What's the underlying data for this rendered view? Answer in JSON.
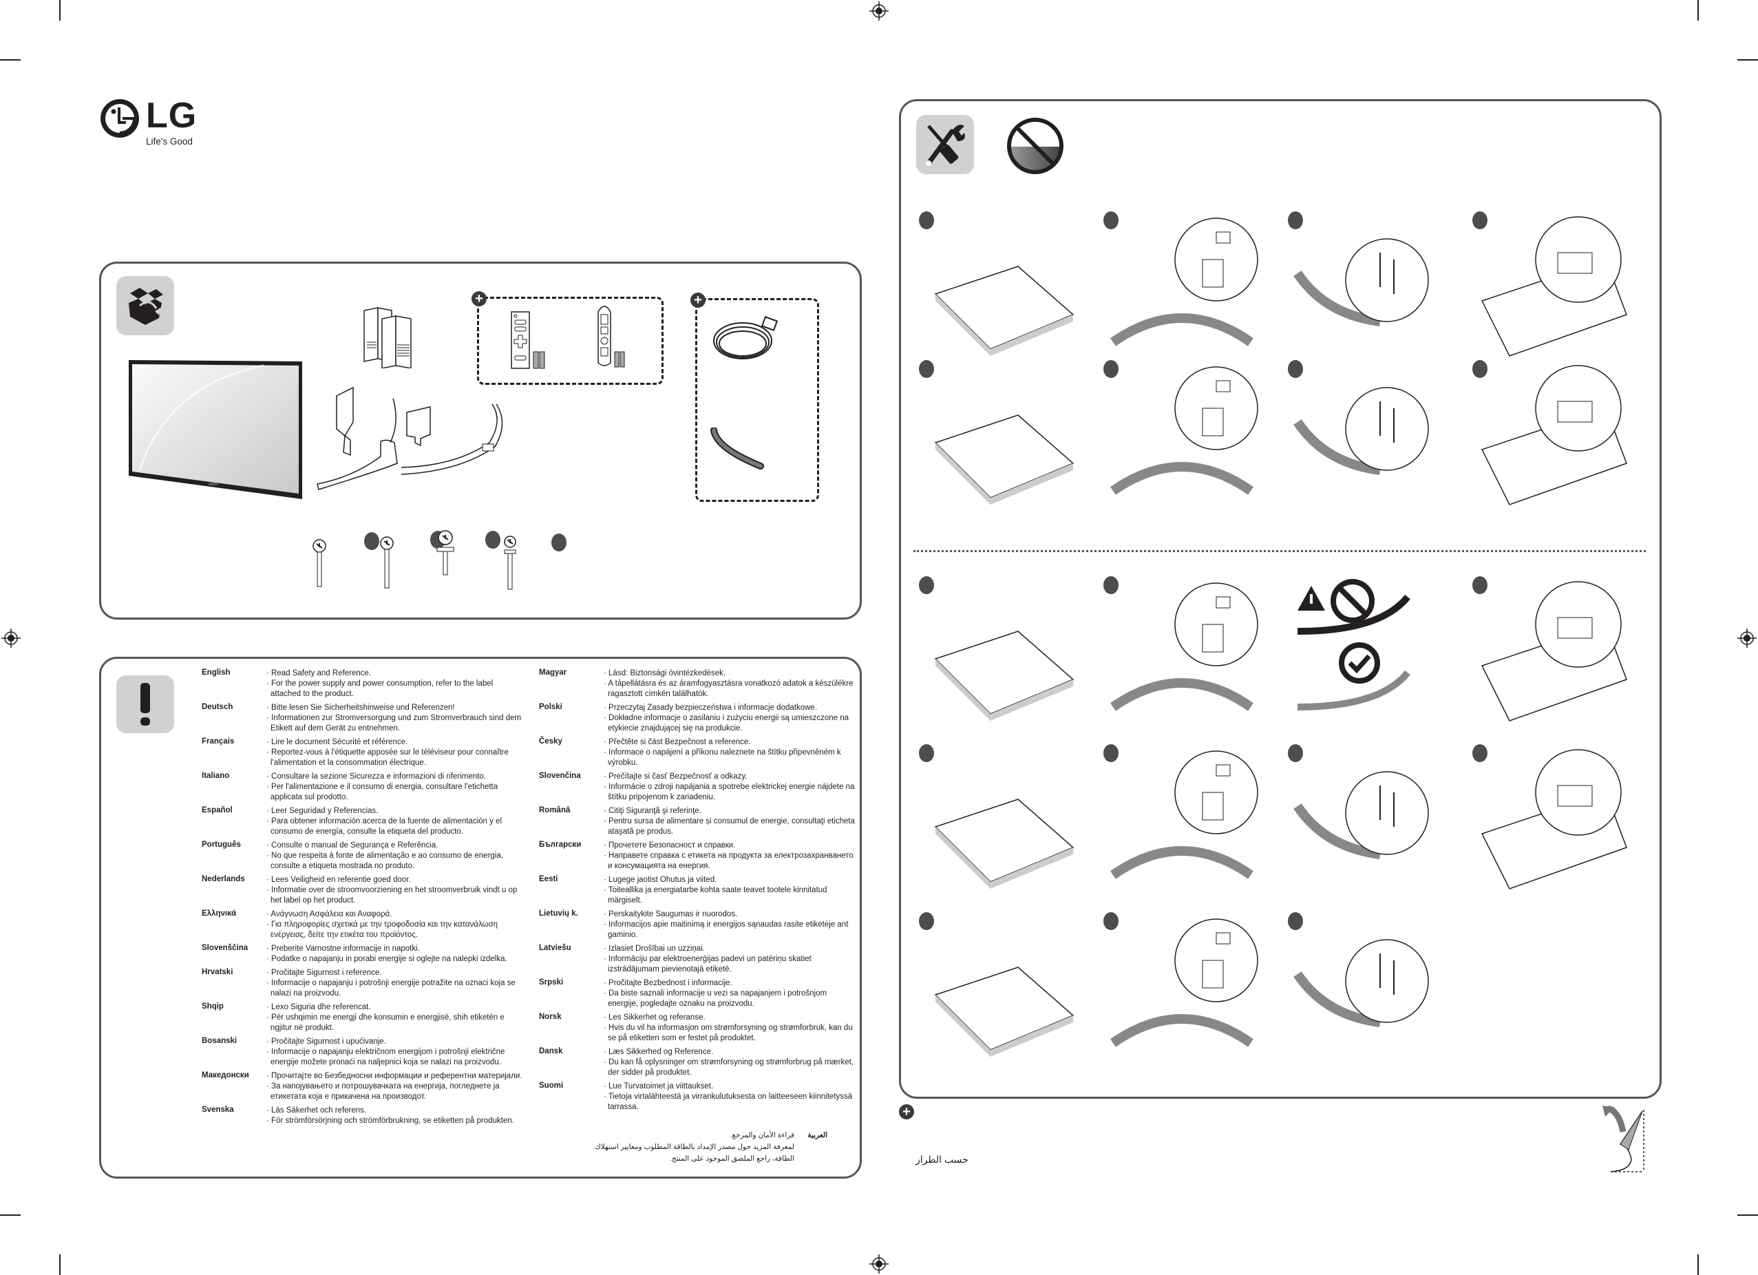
{
  "brand": {
    "logo_text": "LG",
    "tagline": "Life's Good"
  },
  "colors": {
    "ink": "#231f20",
    "badge": "#4d4d4d",
    "tile": "#d1d1d1",
    "frame": "#555555"
  },
  "box_contents_panel": {
    "icon": "open-box-icon",
    "items": [
      {
        "name": "tv-set",
        "icon": "tv-icon"
      },
      {
        "name": "manuals",
        "icon": "manual-booklets-icon"
      },
      {
        "name": "stand-parts-a",
        "icon": "stand-parts-icon"
      },
      {
        "name": "stand-parts-b",
        "icon": "stand-parts-icon"
      }
    ],
    "optional_group_1": {
      "marker": "+",
      "items": [
        "remote-control-with-batteries",
        "magic-remote-with-batteries"
      ]
    },
    "optional_group_2": {
      "marker": "+",
      "items": [
        "power-cord",
        "cable-holder"
      ]
    },
    "screws": [
      "screw-a",
      "screw-b",
      "screw-c",
      "screw-d"
    ]
  },
  "safety_panel": {
    "icon": "exclamation-icon",
    "languages_left": [
      {
        "name": "English",
        "lines": [
          "Read Safety and Reference.",
          "For the power supply and power consumption, refer to the label attached to the product."
        ]
      },
      {
        "name": "Deutsch",
        "lines": [
          "Bitte lesen Sie Sicherheitshinweise und Referenzen!",
          "Informationen zur Stromversorgung und zum Stromverbrauch sind dem Etikett auf dem Gerät zu entnehmen."
        ]
      },
      {
        "name": "Français",
        "lines": [
          "Lire le document Sécurité et référence.",
          "Reportez-vous à l'étiquette apposée sur le téléviseur pour connaître l'alimentation et la consommation électrique."
        ]
      },
      {
        "name": "Italiano",
        "lines": [
          "Consultare la sezione Sicurezza e informazioni di riferimento.",
          "Per l'alimentazione e il consumo di energia, consultare l'etichetta applicata sul prodotto."
        ]
      },
      {
        "name": "Español",
        "lines": [
          "Leer Seguridad y Referencias.",
          "Para obtener información acerca de la fuente de alimentación y el consumo de energía, consulte la etiqueta del producto."
        ]
      },
      {
        "name": "Português",
        "lines": [
          "Consulte o manual de Segurança e Referência.",
          "No que respeita à fonte de alimentação e ao consumo de energia, consulte a etiqueta mostrada no produto."
        ]
      },
      {
        "name": "Nederlands",
        "lines": [
          "Lees Veiligheid en referentie goed door.",
          "Informatie over de stroomvoorziening en het stroomverbruik vindt u op het label op het product."
        ]
      },
      {
        "name": "Ελληνικά",
        "lines": [
          "Ανάγνωση Ασφάλεια και Αναφορά.",
          "Για πληροφορίες σχετικά με την τροφοδοσία και την κατανάλωση ενέργειας, δείτε την ετικέτα του προϊόντος."
        ]
      },
      {
        "name": "Slovenščina",
        "lines": [
          "Preberite Varnostne informacije in napotki.",
          "Podatke o napajanju in porabi energije si oglejte na nalepki izdelka."
        ]
      },
      {
        "name": "Hrvatski",
        "lines": [
          "Pročitajte Sigurnost i reference.",
          "Informacije o napajanju i potrošnji energije potražite na oznaci koja se nalazi na proizvodu."
        ]
      },
      {
        "name": "Shqip",
        "lines": [
          "Lexo Siguria dhe referencat.",
          "Për ushqimin me energji dhe konsumin e energjisë, shih etiketën e ngjitur në produkt."
        ]
      },
      {
        "name": "Bosanski",
        "lines": [
          "Pročitajte Sigurnost i upućivanje.",
          "Informacije o napajanju električnom energijom i potrošnji električne energije možete pronaći na naljepnici koja se nalazi na proizvodu."
        ]
      },
      {
        "name": "Македонски",
        "lines": [
          "Прочитајте во Безбедносни информации и референтни материјали.",
          "За напојувањето и потрошувачката на енергија, погледнете ја етикетата која е прикачена на производот."
        ]
      },
      {
        "name": "Svenska",
        "lines": [
          "Läs Säkerhet och referens.",
          "För strömförsörjning och strömförbrukning, se etiketten på produkten."
        ]
      }
    ],
    "languages_right": [
      {
        "name": "Magyar",
        "lines": [
          "Lásd: Biztonsági óvintézkedések.",
          "A tápellátásra és az áramfogyasztásra vonatkozó adatok a készülékre ragasztott címkén találhatók."
        ]
      },
      {
        "name": "Polski",
        "lines": [
          "Przeczytaj Zasady bezpieczeństwa i informacje dodatkowe.",
          "Dokładne informacje o zasilaniu i zużyciu energii są umieszczone na etykiecie znajdującej się na produkcie."
        ]
      },
      {
        "name": "Česky",
        "lines": [
          "Přečtěte si část Bezpečnost a reference.",
          "Informace o napájení a příkonu naleznete na štítku připevněném k výrobku."
        ]
      },
      {
        "name": "Slovenčina",
        "lines": [
          "Prečítajte si časť Bezpečnosť a odkazy.",
          "Informácie o zdroji napájania a spotrebe elektrickej energie nájdete na štítku pripojenom k zariadeniu."
        ]
      },
      {
        "name": "Română",
        "lines": [
          "Citiţi Siguranţă şi referinţe.",
          "Pentru sursa de alimentare și consumul de energie, consultaţi eticheta ataşată pe produs."
        ]
      },
      {
        "name": "Български",
        "lines": [
          "Прочетете Безопасност и справки.",
          "Направете справка с етикета на продукта за електрозахранването и консумацията на енергия."
        ]
      },
      {
        "name": "Eesti",
        "lines": [
          "Lugege jaotist Ohutus ja viited.",
          "Toiteallika ja energiatarbe kohta saate teavet tootele kinnitatud märgiselt."
        ]
      },
      {
        "name": "Lietuvių k.",
        "lines": [
          "Perskaitykite Saugumas ir nuorodos.",
          "Informacijos apie maitinimą ir energijos sąnaudas rasite etiketėje ant gaminio."
        ]
      },
      {
        "name": "Latviešu",
        "lines": [
          "Izlasiet Drošībai un uzziņai.",
          "Informāciju par elektroenerģijas padevi un patēriņu skatiet izstrādājumam pievienotajā etiķetē."
        ]
      },
      {
        "name": "Srpski",
        "lines": [
          "Pročitajte Bezbednost i informacije.",
          "Da biste saznali informacije u vezi sa napajanjem i potrošnjom energije, pogledajte oznaku na proizvodu."
        ]
      },
      {
        "name": "Norsk",
        "lines": [
          "Les Sikkerhet og referanse.",
          "Hvis du vil ha informasjon om strømforsyning og strømforbruk, kan du se på etiketten som er festet på produktet."
        ]
      },
      {
        "name": "Dansk",
        "lines": [
          "Læs Sikkerhed og Reference.",
          "Du kan få oplysninger om strømforsyning og strømforbrug på mærket, der sidder på produktet."
        ]
      },
      {
        "name": "Suomi",
        "lines": [
          "Lue Turvatoimet ja viittaukset.",
          "Tietoja virtalähteestä ja virrankulutuksesta on laitteeseen kiinnitetyssä tarrassa."
        ]
      }
    ],
    "arabic": {
      "name": "العربية",
      "lines": [
        "قراءة الأمان والمرجع.",
        "لمعرفة المزيد حول مصدر الإمداد بالطاقة المطلوب ومعايير استهلاك الطاقة، راجع الملصق الموجود على المنتج."
      ]
    }
  },
  "assembly_panel": {
    "header_icons": [
      "tools-icon",
      "no-sharp-surface-icon"
    ],
    "section_a_steps": 8,
    "section_b_steps": 11,
    "warning_icons": [
      "warning-triangle-icon",
      "prohibited-icon",
      "checkmark-icon"
    ]
  },
  "footer": {
    "plus_marker": "+",
    "arabic_note": "حسب الطراز",
    "page_turn_icon": "page-turn-icon"
  }
}
